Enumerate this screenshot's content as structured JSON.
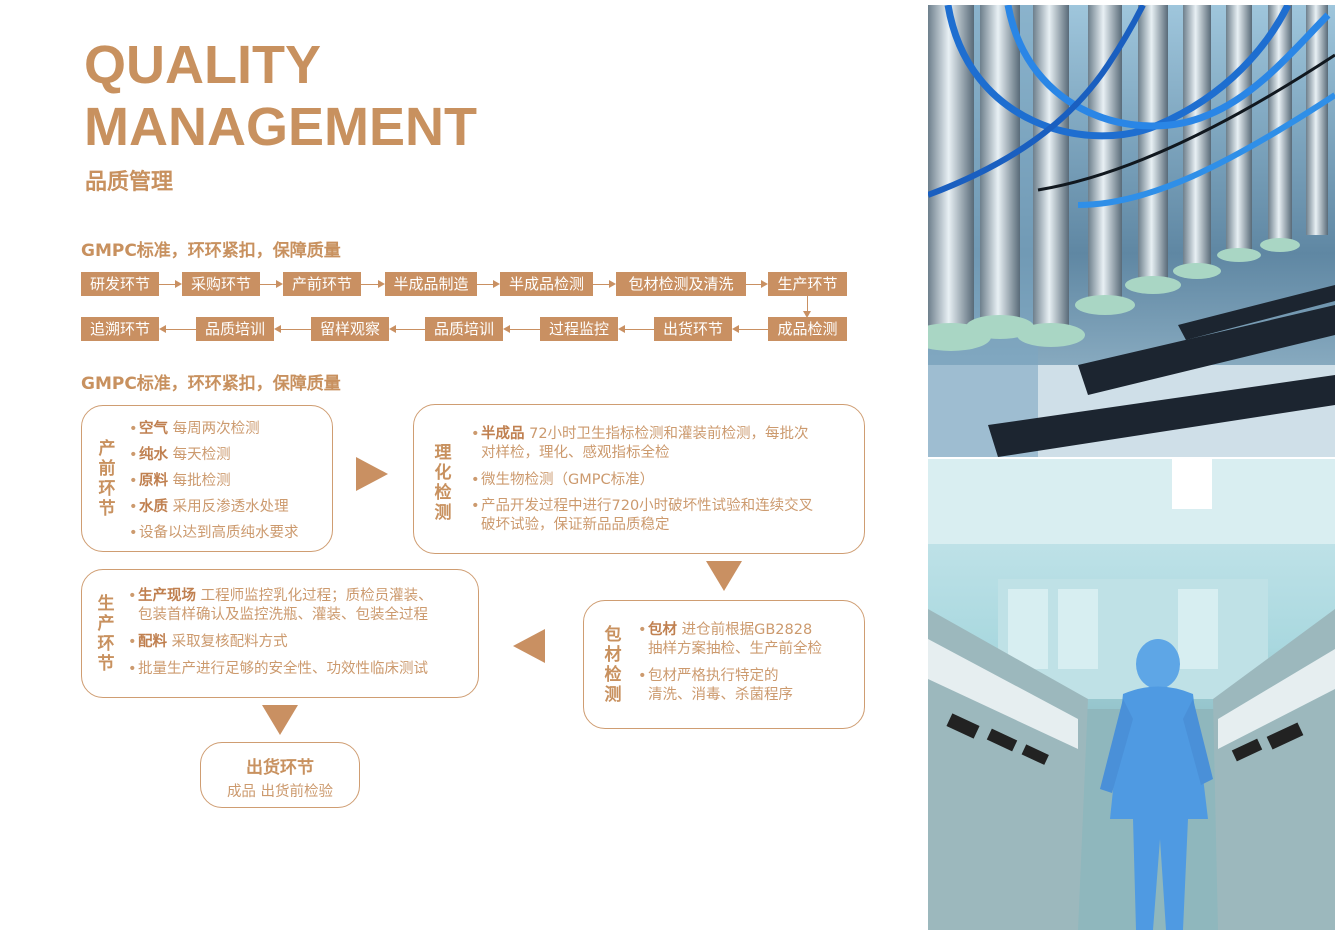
{
  "header": {
    "title_line1": "QUALITY",
    "title_line2": "MANAGEMENT",
    "subtitle": "品质管理"
  },
  "section1": {
    "title": "GMPC标准，环环紧扣，保障质量"
  },
  "flow_row1": [
    "研发环节",
    "采购环节",
    "产前环节",
    "半成品制造",
    "半成品检测",
    "包材检测及清洗",
    "生产环节"
  ],
  "flow_row2": [
    "追溯环节",
    "品质培训",
    "留样观察",
    "品质培训",
    "过程监控",
    "出货环节",
    "成品检测"
  ],
  "section2": {
    "title": "GMPC标准，环环紧扣，保障质量"
  },
  "box_prenatal": {
    "label": [
      "产",
      "前",
      "环",
      "节"
    ],
    "items": [
      {
        "b": "空气",
        "t": " 每周两次检测"
      },
      {
        "b": "纯水",
        "t": " 每天检测"
      },
      {
        "b": "原料",
        "t": " 每批检测"
      },
      {
        "b": "水质",
        "t": " 采用反渗透水处理"
      },
      {
        "b": "",
        "t": "设备以达到高质纯水要求"
      }
    ]
  },
  "box_physchem": {
    "label": [
      "理",
      "化",
      "检",
      "测"
    ],
    "items": [
      {
        "b": "半成品",
        "t": " 72小时卫生指标检测和灌装前检测，每批次",
        "t2": "对样检，理化、感观指标全检"
      },
      {
        "b": "",
        "t": "微生物检测（GMPC标准）",
        "t2": ""
      },
      {
        "b": "",
        "t": "产品开发过程中进行720小时破坏性试验和连续交叉",
        "t2": "破坏试验，保证新品品质稳定"
      }
    ]
  },
  "box_production": {
    "label": [
      "生",
      "产",
      "环",
      "节"
    ],
    "items": [
      {
        "b": "生产现场",
        "t": " 工程师监控乳化过程；质检员灌装、",
        "t2": "包装首样确认及监控洗瓶、灌装、包装全过程"
      },
      {
        "b": "配料",
        "t": " 采取复核配料方式",
        "t2": ""
      },
      {
        "b": "",
        "t": "批量生产进行足够的安全性、功效性临床测试",
        "t2": ""
      }
    ]
  },
  "box_packaging": {
    "label": [
      "包",
      "材",
      "检",
      "测"
    ],
    "items": [
      {
        "b": "包材",
        "t": " 进仓前根据GB2828",
        "t2": "抽样方案抽检、生产前全检"
      },
      {
        "b": "",
        "t": "包材严格执行特定的",
        "t2": "清洗、消毒、杀菌程序"
      }
    ]
  },
  "box_shipping": {
    "title": "出货环节",
    "text": "成品 出货前检验"
  },
  "colors": {
    "accent": "#c99062",
    "text": "#cc9a6e"
  }
}
